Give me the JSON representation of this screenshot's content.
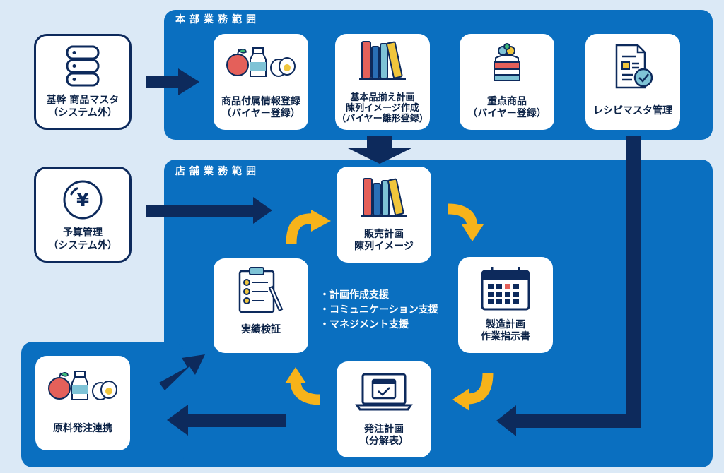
{
  "regions": {
    "hq_label": "本部業務範囲",
    "store_label": "店舗業務範囲"
  },
  "external": {
    "master_label": "基幹 商品マスタ\n（システム外）",
    "budget_label": "予算管理\n（システム外）"
  },
  "hq_cards": {
    "product_info": "商品付属情報登録\n（バイヤー登録）",
    "assortment": "基本品揃え計画\n陳列イメージ作成\n（バイヤー雛形登録）",
    "focus": "重点商品\n（バイヤー登録）",
    "recipe": "レシピマスタ管理"
  },
  "store_cards": {
    "sales_plan": "販売計画\n陳列イメージ",
    "production": "製造計画\n作業指示書",
    "order_plan": "発注計画\n（分解表）",
    "results": "実績検証",
    "material": "原料発注連携"
  },
  "support_items": [
    "・計画作成支援",
    "・コミュニケーション支援",
    "・マネジメント支援"
  ],
  "colors": {
    "background": "#dbe9f6",
    "region": "#0a6fc0",
    "arrow_navy": "#0d2a5c",
    "arrow_yellow": "#f7b31a",
    "book_red": "#e4605a",
    "book_blue": "#2a6fb6",
    "book_teal": "#7ec3d6",
    "book_yellow": "#f0c63c"
  }
}
